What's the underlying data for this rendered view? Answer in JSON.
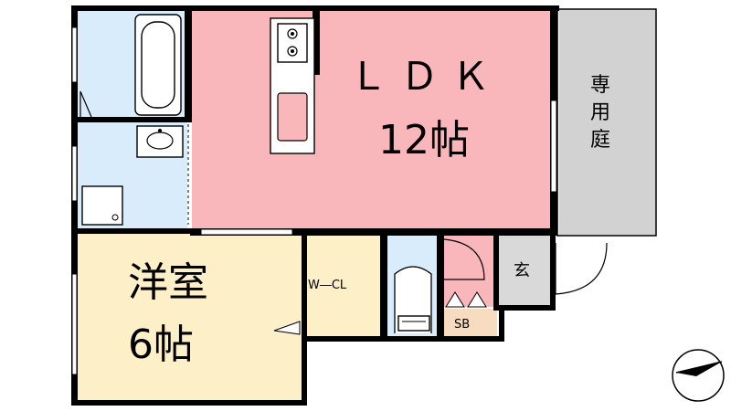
{
  "rooms": {
    "ldk": {
      "label": "ＬＤＫ",
      "size": "12帖",
      "color": "#f9b7bc"
    },
    "western": {
      "label": "洋室",
      "size": "6帖",
      "color": "#fdf0c8"
    },
    "wcl": {
      "label": "W―CL",
      "color": "#fdf0c8"
    },
    "entrance": {
      "label": "玄",
      "color": "#d9d9d9"
    },
    "shoebox": {
      "label": "SB",
      "color": "#f7dcc0"
    },
    "private_garden": {
      "chars": [
        "専",
        "用",
        "庭"
      ],
      "color": "#d2d2d2"
    }
  },
  "colors": {
    "wet_area": "#d9ecfb",
    "floor_pink": "#f9b7bc",
    "wall": "#000000"
  },
  "icons": {
    "compass": "north-arrow-icon",
    "bathtub": "bathtub-icon",
    "stove": "stove-icon",
    "sink": "sink-icon",
    "toilet": "toilet-icon",
    "washbasin": "washbasin-icon",
    "washer": "washing-machine-pan-icon"
  }
}
